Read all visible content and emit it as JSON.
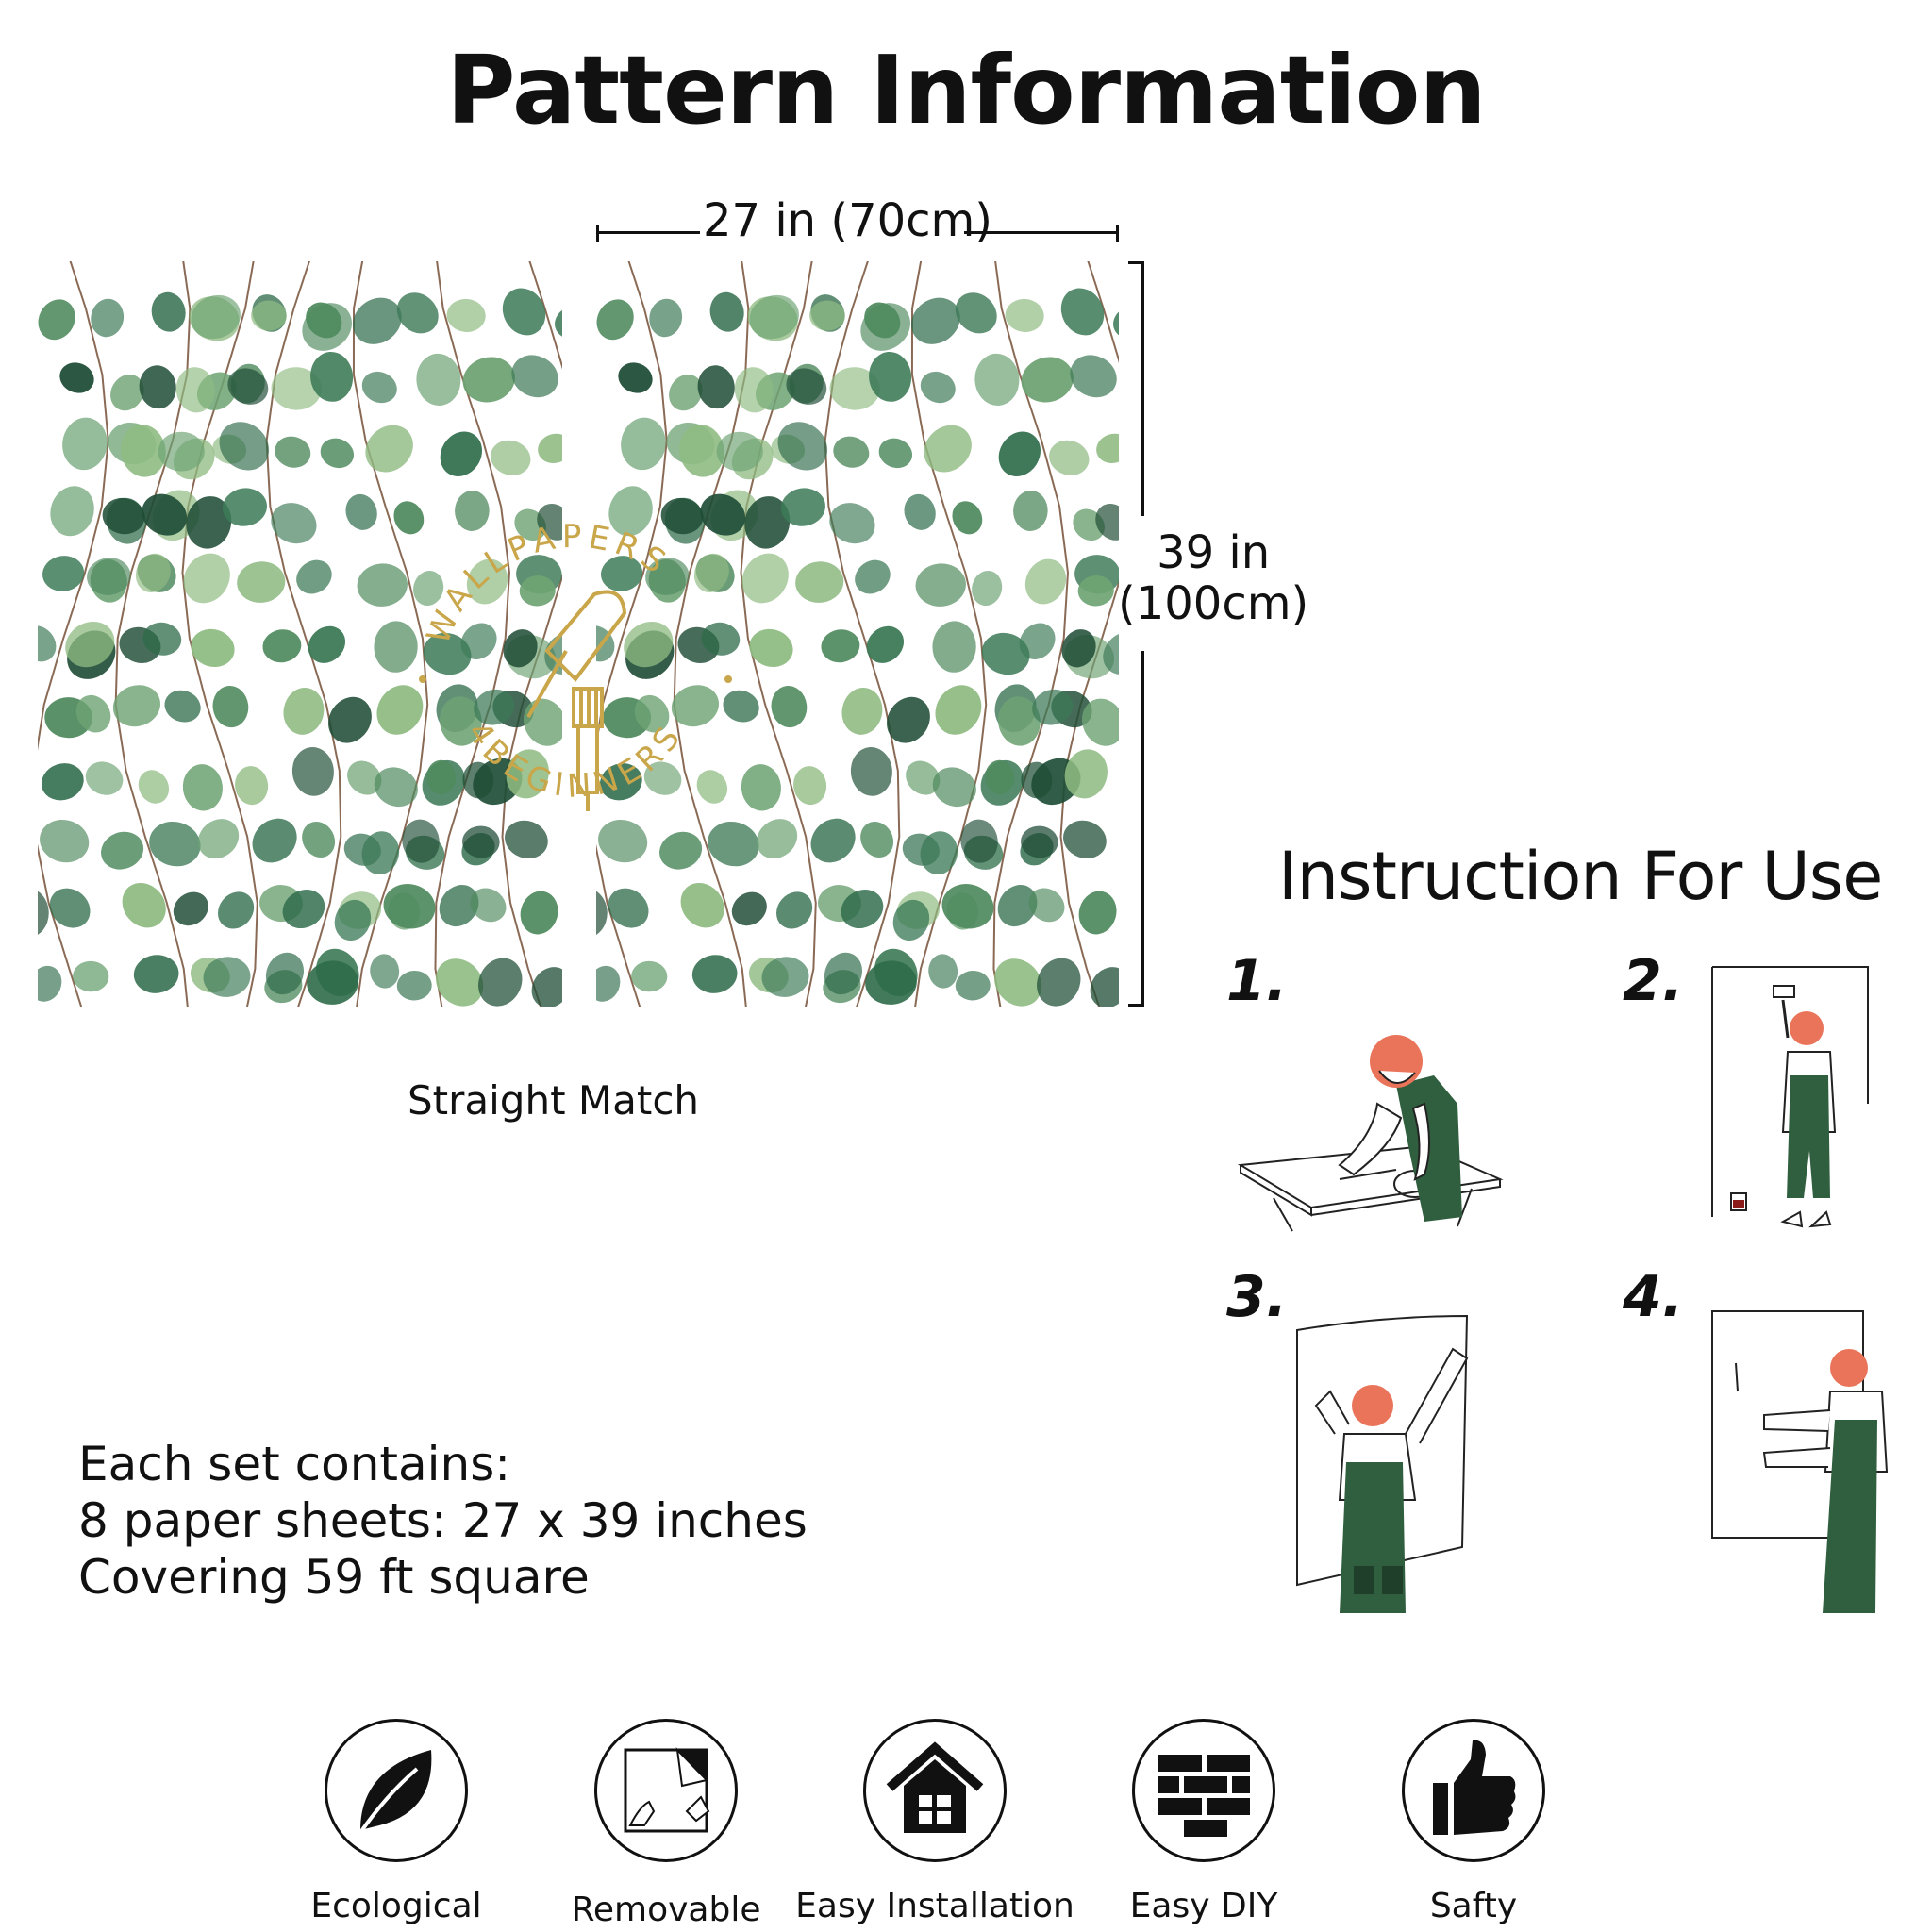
{
  "title": "Pattern Information",
  "dimensions": {
    "width_label": "27 in (70cm)",
    "height_line1": "39 in",
    "height_line2": "(100cm)"
  },
  "pattern": {
    "caption": "Straight Match",
    "watermark": "WALLPAPERS 4BEGINNERS",
    "leaf_colors": [
      "#2e6b4a",
      "#4f8a5e",
      "#6ea374",
      "#8fbb82",
      "#3d7a57",
      "#1f4d36"
    ],
    "stem_color": "#8a6a55"
  },
  "instructions": {
    "title": "Instruction For Use",
    "steps": [
      {
        "number": "1.",
        "illustration": "worker-applying-glue-on-table"
      },
      {
        "number": "2.",
        "illustration": "worker-brushing-wall"
      },
      {
        "number": "3.",
        "illustration": "worker-hanging-sheet"
      },
      {
        "number": "4.",
        "illustration": "worker-smoothing-sheet"
      }
    ]
  },
  "set_info": {
    "line1": "Each set contains:",
    "line2": "8 paper sheets: 27 x 39 inches",
    "line3": "Covering 59 ft square"
  },
  "features": [
    {
      "label": "Ecological",
      "icon": "leaf-icon"
    },
    {
      "label": "Removable",
      "icon": "peel-hands-icon"
    },
    {
      "label": "Easy Installation",
      "icon": "house-icon"
    },
    {
      "label": "Easy DIY",
      "icon": "brick-wall-icon"
    },
    {
      "label": "Safty",
      "icon": "thumbs-up-icon"
    }
  ],
  "colors": {
    "overall_green": "#2f5f3e",
    "skin_orange": "#e9745a",
    "logo_gold": "#c9a64a"
  }
}
